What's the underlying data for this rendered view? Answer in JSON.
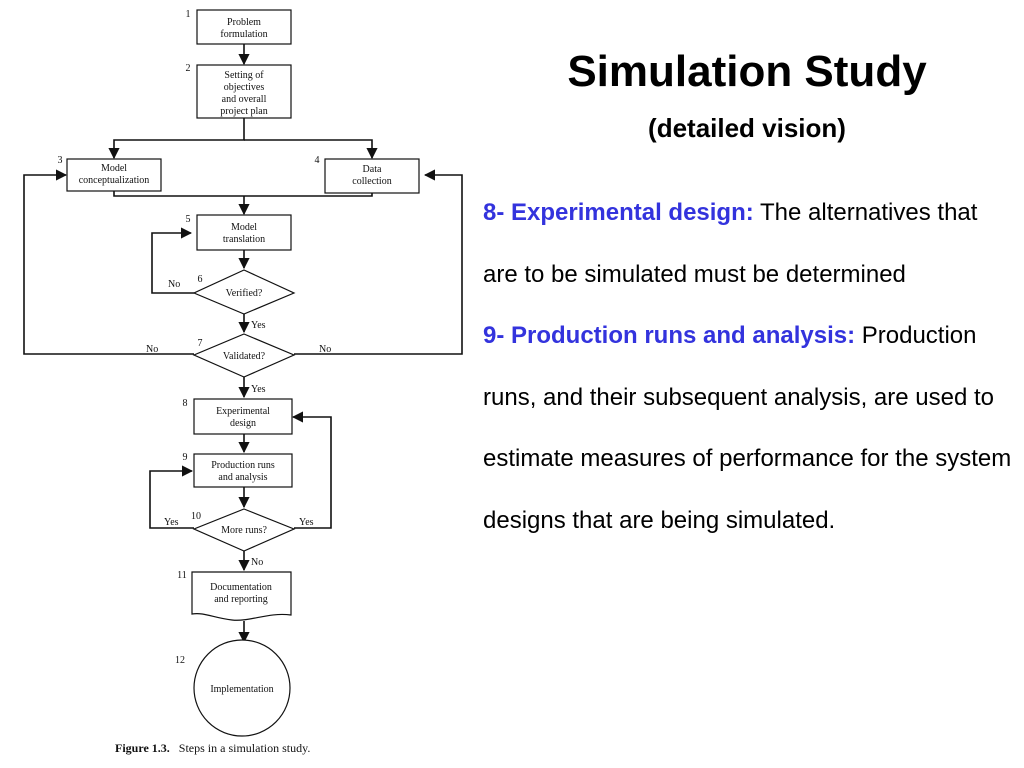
{
  "slide": {
    "title": "Simulation Study",
    "subtitle_open": "(",
    "subtitle": "detailed vision",
    "subtitle_close": ")",
    "points": [
      {
        "heading": "8- Experimental design:",
        "text": " The alternatives that are to be simulated must be determined"
      },
      {
        "heading": "9- Production runs and analysis:",
        "text": " Production runs, and their subsequent analysis, are used to estimate measures of performance for the system designs that are being simulated."
      }
    ]
  },
  "figure": {
    "caption_label": "Figure 1.3.",
    "caption_text": "Steps in a simulation study.",
    "nodes": {
      "n1": {
        "number": "1",
        "line1": "Problem",
        "line2": "formulation"
      },
      "n2": {
        "number": "2",
        "line1": "Setting of",
        "line2": "objectives",
        "line3": "and overall",
        "line4": "project plan"
      },
      "n3": {
        "number": "3",
        "line1": "Model",
        "line2": "conceptualization"
      },
      "n4": {
        "number": "4",
        "line1": "Data",
        "line2": "collection"
      },
      "n5": {
        "number": "5",
        "line1": "Model",
        "line2": "translation"
      },
      "n6": {
        "number": "6",
        "line1": "Verified?"
      },
      "n7": {
        "number": "7",
        "line1": "Validated?"
      },
      "n8": {
        "number": "8",
        "line1": "Experimental",
        "line2": "design"
      },
      "n9": {
        "number": "9",
        "line1": "Production runs",
        "line2": "and analysis"
      },
      "n10": {
        "number": "10",
        "line1": "More runs?"
      },
      "n11": {
        "number": "11",
        "line1": "Documentation",
        "line2": "and reporting"
      },
      "n12": {
        "number": "12",
        "line1": "Implementation"
      }
    },
    "edge_labels": {
      "verified_no": "No",
      "verified_yes": "Yes",
      "validated_no_left": "No",
      "validated_no_right": "No",
      "validated_yes": "Yes",
      "more_runs_yes_left": "Yes",
      "more_runs_yes_right": "Yes",
      "more_runs_no": "No"
    }
  }
}
